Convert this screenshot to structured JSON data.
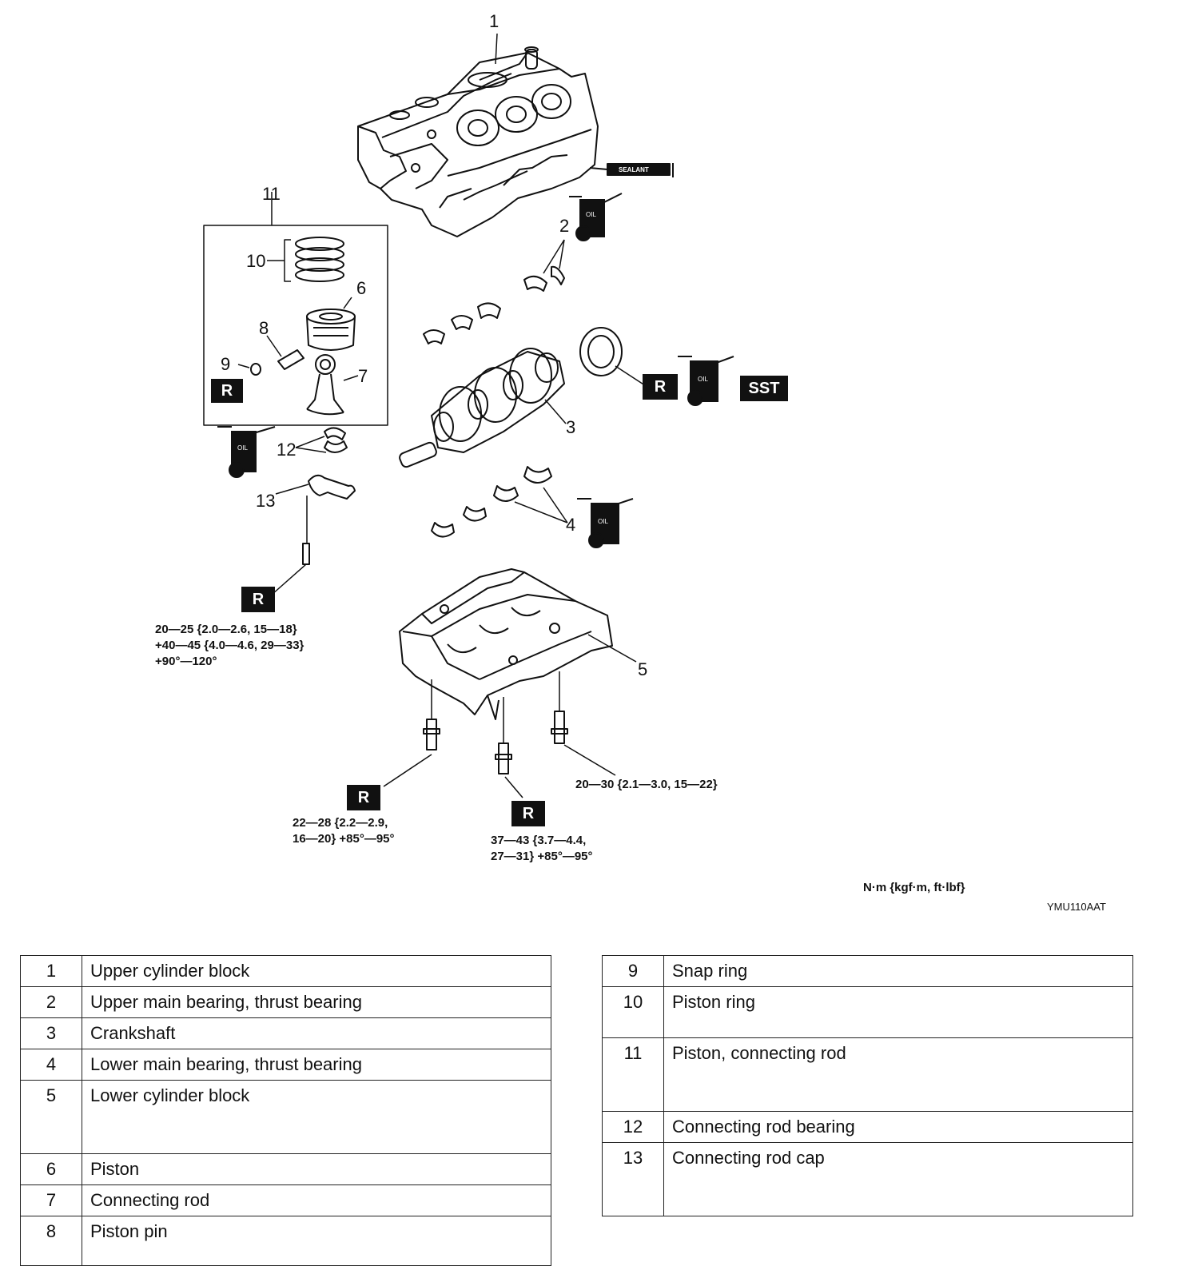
{
  "callouts": [
    "1",
    "2",
    "3",
    "4",
    "5",
    "6",
    "7",
    "8",
    "9",
    "10",
    "11",
    "12",
    "13"
  ],
  "badges": {
    "replace": "R",
    "sst": "SST",
    "oil": "OIL",
    "sealant": "SEALANT"
  },
  "torques": {
    "connecting_rod_bolt": [
      "20—25 {2.0—2.6, 15—18}",
      "+40—45 {4.0—4.6, 29—33}",
      "+90°—120°"
    ],
    "main_bolt_left": [
      "22—28 {2.2—2.9,",
      "16—20} +85°—95°"
    ],
    "main_bolt_center": [
      "37—43 {3.7—4.4,",
      "27—31} +85°—95°"
    ],
    "main_bolt_right": [
      "20—30 {2.1—3.0, 15—22}"
    ]
  },
  "units": "N·m {kgf·m, ft·lbf}",
  "figure_code": "YMU110AAT",
  "parts_left": [
    {
      "num": "1",
      "name": "Upper cylinder block"
    },
    {
      "num": "2",
      "name": "Upper main bearing, thrust bearing"
    },
    {
      "num": "3",
      "name": "Crankshaft"
    },
    {
      "num": "4",
      "name": "Lower main bearing, thrust bearing"
    },
    {
      "num": "5",
      "name": "Lower cylinder block"
    },
    {
      "num": "6",
      "name": "Piston"
    },
    {
      "num": "7",
      "name": "Connecting rod"
    },
    {
      "num": "8",
      "name": "Piston pin"
    }
  ],
  "parts_right": [
    {
      "num": "9",
      "name": "Snap ring"
    },
    {
      "num": "10",
      "name": "Piston ring"
    },
    {
      "num": "11",
      "name": "Piston, connecting rod"
    },
    {
      "num": "12",
      "name": "Connecting rod bearing"
    },
    {
      "num": "13",
      "name": "Connecting rod cap"
    }
  ]
}
